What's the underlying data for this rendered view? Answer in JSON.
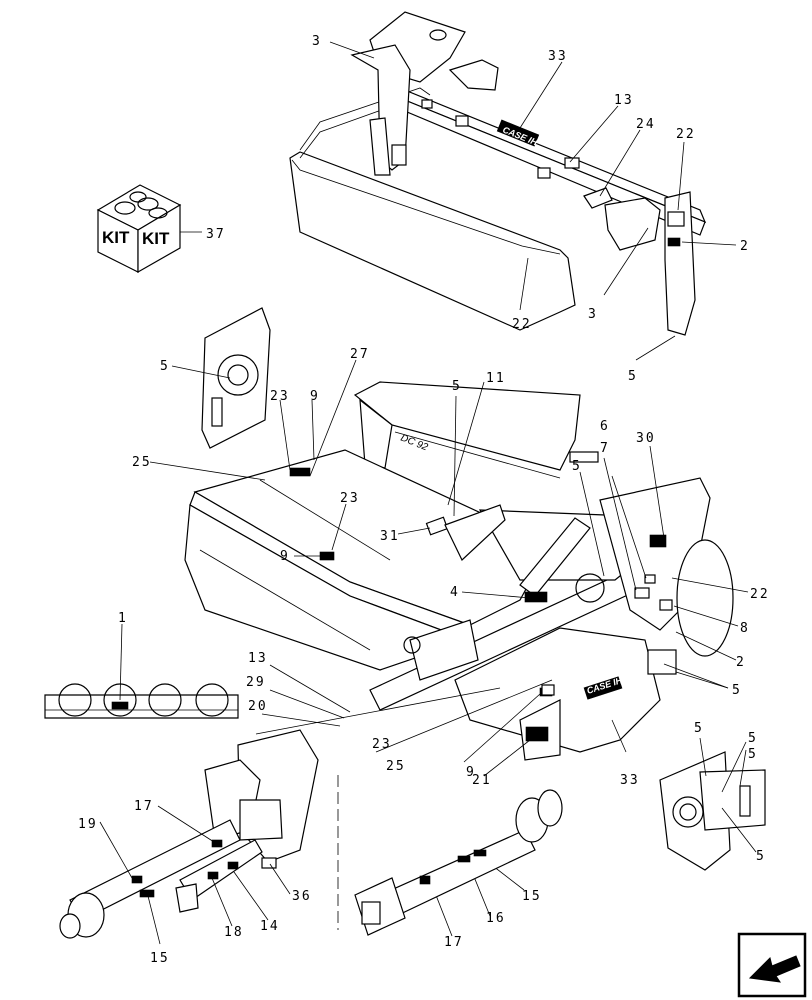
{
  "kit": {
    "label_left": "KIT",
    "label_right": "KIT",
    "callout": "37"
  },
  "brand": {
    "logo_text": "CASE IH"
  },
  "model_label": "DC 92",
  "callouts": {
    "top": [
      "3",
      "33",
      "13",
      "24",
      "22",
      "2",
      "3",
      "22",
      "5"
    ],
    "main": [
      "5",
      "27",
      "23",
      "9",
      "11",
      "5",
      "6",
      "7",
      "30",
      "25",
      "23",
      "9",
      "31",
      "5",
      "4",
      "22",
      "8",
      "2",
      "5"
    ],
    "lower_left": [
      "1",
      "13",
      "29",
      "20",
      "23",
      "25",
      "9",
      "21",
      "33"
    ],
    "detail": [
      "5",
      "5",
      "5",
      "5"
    ],
    "driveline": [
      "17",
      "19",
      "36",
      "14",
      "18",
      "15",
      "15",
      "16",
      "17"
    ]
  },
  "colors": {
    "ink": "#000000",
    "paper": "#ffffff"
  },
  "icons": {
    "nav": "next-page-arrow-icon"
  }
}
